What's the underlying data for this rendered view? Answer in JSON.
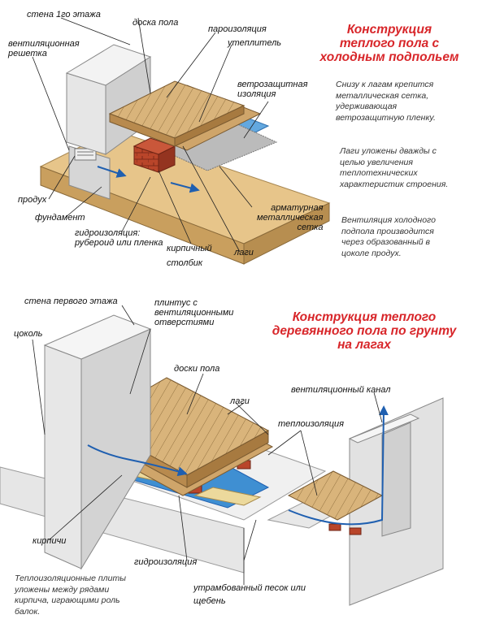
{
  "top": {
    "title": [
      "Конструкция",
      "теплого пола с",
      "холодным  подпольем"
    ],
    "labels": {
      "stena": "стена 1го этажа",
      "doska": "доска пола",
      "ventilation": [
        "вентиляционная",
        "решетка"
      ],
      "paroizol": "пароизоляция",
      "uteplitel": "утеплитель",
      "vetrozash": [
        "ветрозащитная",
        "изоляция"
      ],
      "produh": "продух",
      "fundament": "фундамент",
      "gidro": [
        "гидроизоляция:",
        "рубероид или пленка"
      ],
      "stolbik": [
        "кирпичный",
        "столбик"
      ],
      "lagi": "лаги",
      "setka": [
        "арматурная",
        "металлическая",
        "сетка"
      ]
    },
    "notes": [
      [
        "Снизу к лагам крепится",
        "металлическая сетка,",
        "удерживающая",
        "ветрозащитную пленку."
      ],
      [
        "Лаги уложены дважды с",
        "целью увеличения",
        "теплотехнических",
        "характеристик строения."
      ],
      [
        "Вентиляция холодного",
        "подпола производится",
        "через образованный в",
        "цоколе продух."
      ]
    ]
  },
  "bottom": {
    "title": [
      "Конструкция теплого",
      "деревянного пола по грунту",
      "на лагах"
    ],
    "labels": {
      "stena": "стена первого этажа",
      "plintus": [
        "плинтус с",
        "вентиляционными",
        "отверстиями"
      ],
      "cokol": "цоколь",
      "doski": "доски пола",
      "lagi": "лаги",
      "ventkanal": "вентиляционный канал",
      "teploizol": "теплоизоляция",
      "kirpichi": "кирпичи",
      "gidro": "гидроизоляция",
      "pesok": [
        "утрамбованный песок или",
        "щебень"
      ]
    },
    "note": [
      "Теплоизоляционные плиты",
      "уложены между рядами",
      "кирпича, играющими роль",
      "балок."
    ]
  },
  "colors": {
    "title_red": "#d8262a",
    "wall": "#dcdcdc",
    "wood": "#d7b277",
    "insulation_blue": "#3f8fd2",
    "brick": "#b53a22",
    "ground": "#d8b77a"
  }
}
